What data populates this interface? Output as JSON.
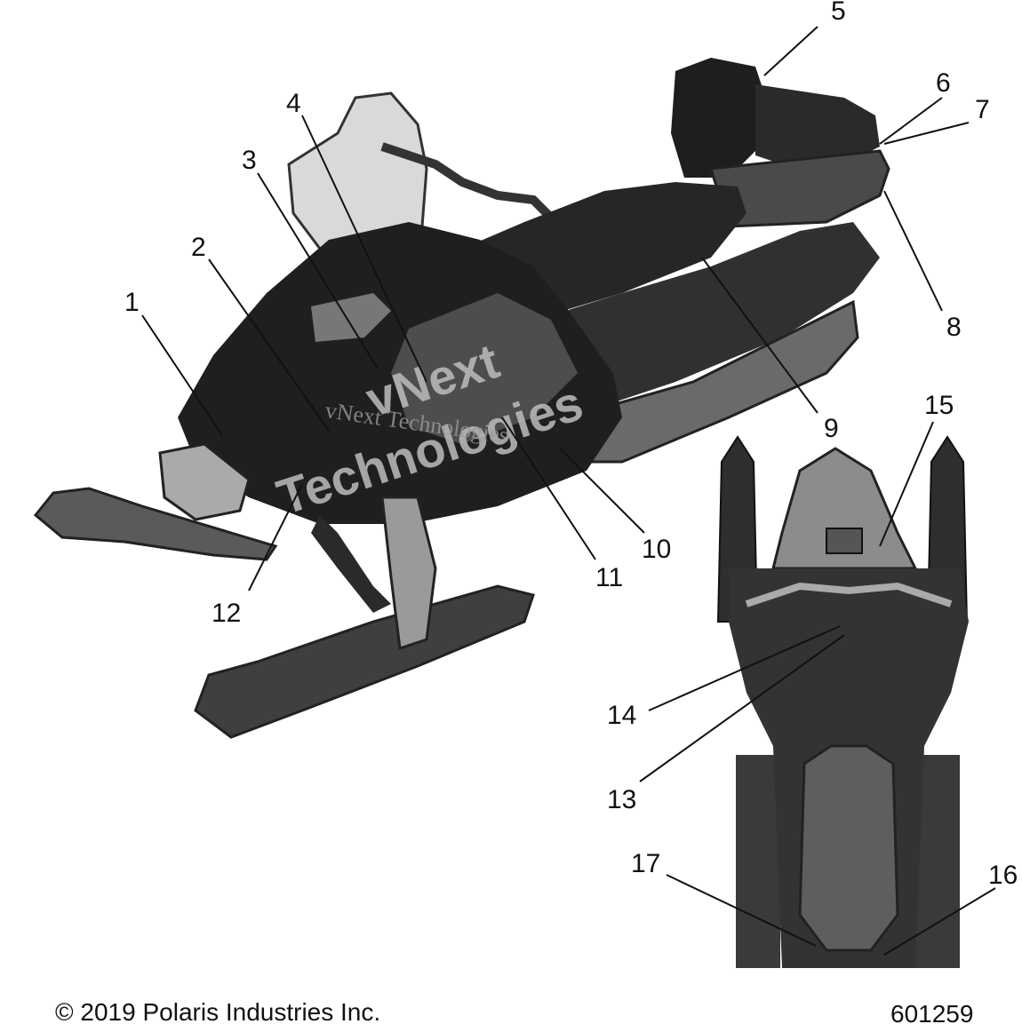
{
  "diagram": {
    "callouts": [
      {
        "id": "1",
        "label": "1"
      },
      {
        "id": "2",
        "label": "2"
      },
      {
        "id": "3",
        "label": "3"
      },
      {
        "id": "4",
        "label": "4"
      },
      {
        "id": "5",
        "label": "5"
      },
      {
        "id": "6",
        "label": "6"
      },
      {
        "id": "7",
        "label": "7"
      },
      {
        "id": "8",
        "label": "8"
      },
      {
        "id": "9",
        "label": "9"
      },
      {
        "id": "10",
        "label": "10"
      },
      {
        "id": "11",
        "label": "11"
      },
      {
        "id": "12",
        "label": "12"
      },
      {
        "id": "13",
        "label": "13"
      },
      {
        "id": "14",
        "label": "14"
      },
      {
        "id": "15",
        "label": "15"
      },
      {
        "id": "16",
        "label": "16"
      },
      {
        "id": "17",
        "label": "17"
      }
    ],
    "watermark": {
      "line1": "vNext",
      "line2": "Technologies",
      "small": "vNext Technologies"
    }
  },
  "footer": {
    "copyright": "© 2019 Polaris Industries Inc.",
    "part_number": "601259"
  },
  "colors": {
    "body_dark": "#2b2b2b",
    "body_mid": "#555555",
    "body_light": "#8a8a8a",
    "line": "#111111"
  }
}
